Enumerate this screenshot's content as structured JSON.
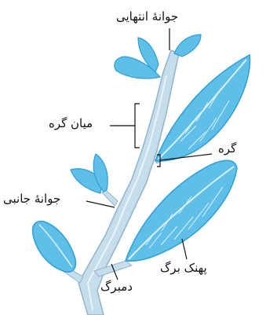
{
  "labels": {
    "terminal_bud": "جوانهٔ انتهایی",
    "internode": "میان گره",
    "node": "گره",
    "lateral_bud": "جوانهٔ جانبی",
    "leaf_blade": "پهنک برگ",
    "petiole": "دمبرگ"
  },
  "colors": {
    "leaf": "#5fbfe9",
    "leaf_dark": "#2e9fd6",
    "vein": "#d8f1fb",
    "stem": "#c6ddeb",
    "stem_shadow": "#8fb4cc",
    "line": "#111111"
  }
}
